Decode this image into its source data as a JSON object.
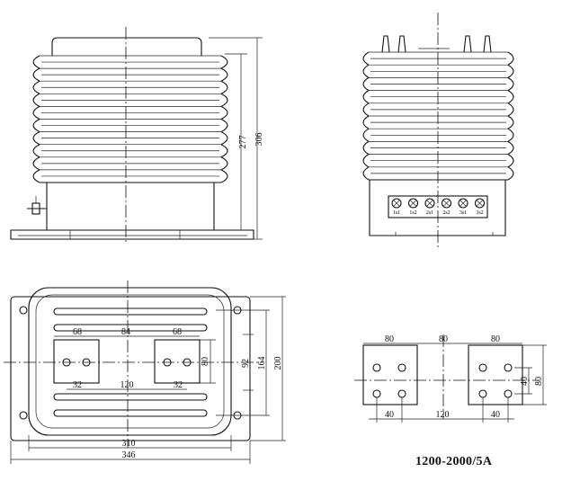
{
  "drawing": {
    "rating_label": "1200-2000/5A",
    "side_view": {
      "height_outer": "306",
      "height_body": "277"
    },
    "end_view": {
      "terminals": [
        "1s1",
        "1s2",
        "2s1",
        "2s2",
        "3s1",
        "3s2"
      ]
    },
    "top_view": {
      "width_inner": "310",
      "width_outer": "346",
      "height_outer": "200",
      "height_inner": "164",
      "height_mid": "92",
      "window_height": "80",
      "window_width_left": "68",
      "window_width_right": "68",
      "window_gap": "84",
      "hole_spacing_left": "32",
      "hole_spacing_right": "32",
      "hole_center_distance": "120"
    },
    "terminal_view": {
      "pad_left": "80",
      "pad_mid": "80",
      "pad_right": "80",
      "pad_height": "80",
      "hole_vertical": "40",
      "hole_left": "40",
      "hole_center": "120",
      "hole_right": "40"
    }
  }
}
